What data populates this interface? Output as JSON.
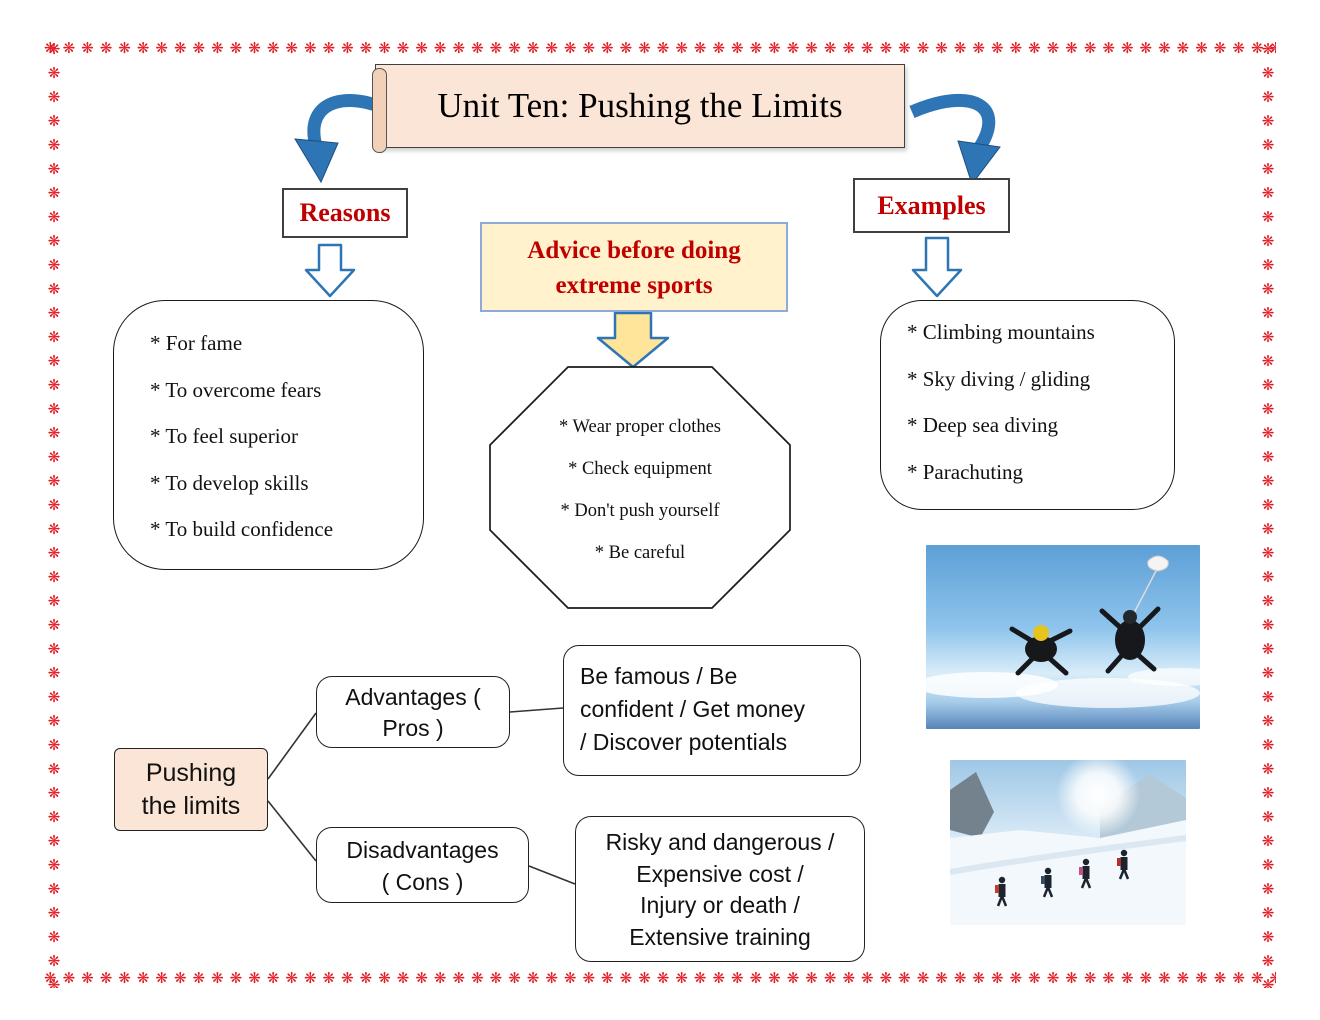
{
  "border": {
    "char": "❋"
  },
  "title": "Unit Ten: Pushing the Limits",
  "reasons": {
    "label": "Reasons",
    "items": [
      "* For fame",
      "* To overcome fears",
      "* To feel superior",
      "* To develop skills",
      "* To build  confidence"
    ]
  },
  "advice": {
    "label_lines": [
      "Advice before doing",
      "extreme sports"
    ],
    "items": [
      "* Wear proper clothes",
      "*  Check equipment",
      "*  Don't push yourself",
      "* Be careful"
    ]
  },
  "examples": {
    "label": "Examples",
    "items": [
      "* Climbing  mountains",
      "* Sky diving / gliding",
      "* Deep sea diving",
      "* Parachuting"
    ]
  },
  "mindmap": {
    "root_lines": [
      "Pushing",
      "the limits"
    ],
    "advantages_label_lines": [
      "Advantages (",
      "Pros )"
    ],
    "advantages_text_lines": [
      "Be famous  / Be",
      "confident / Get money",
      "/ Discover potentials"
    ],
    "disadvantages_label_lines": [
      "Disadvantages",
      "( Cons )"
    ],
    "disadvantages_text_lines": [
      "Risky and dangerous /",
      "Expensive  cost /",
      "Injury or death /",
      "Extensive training"
    ]
  },
  "colors": {
    "banner_bg": "#fbe5d6",
    "advice_bg": "#fff2cc",
    "heading_red": "#c00000",
    "arrow_blue": "#2e75b6",
    "border_red": "#e21b22"
  }
}
